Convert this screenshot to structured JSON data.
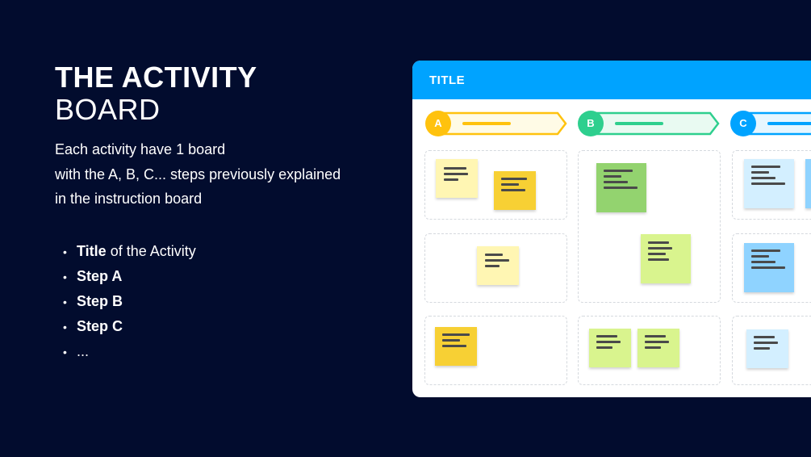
{
  "heading": {
    "line1": "THE ACTIVITY",
    "line2": "BOARD"
  },
  "description": [
    "Each activity have 1 board",
    "with the A, B, C... steps previously explained",
    "in the instruction board"
  ],
  "bullets": {
    "title_bold": "Title",
    "title_rest": " of the Activity",
    "step_a": "Step A",
    "step_b": "Step B",
    "step_c": "Step C",
    "more": "..."
  },
  "bullet_symbol": "•",
  "board": {
    "title": "TITLE",
    "steps": [
      {
        "letter": "A",
        "color": "#ffc20e",
        "fill": "#fffbe6"
      },
      {
        "letter": "B",
        "color": "#2ecf8e",
        "fill": "#e9faf2"
      },
      {
        "letter": "C",
        "color": "#00a3ff",
        "fill": "#e6f6ff"
      }
    ]
  },
  "colors": {
    "background": "#020c2e",
    "header": "#00a3ff",
    "note_yellow_light": "#fff6b3",
    "note_yellow": "#f7d034",
    "note_green": "#93d36f",
    "note_lime": "#d9f48e",
    "note_blue_light": "#d3efff",
    "note_blue": "#8fd3ff"
  }
}
